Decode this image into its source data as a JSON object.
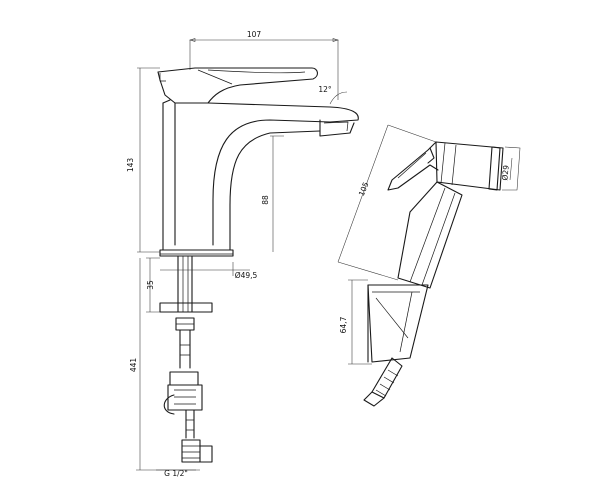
{
  "dimensions": {
    "width_107": "107",
    "angle_12": "12°",
    "height_143": "143",
    "height_88": "88",
    "diameter_49_5": "Ø49,5",
    "depth_35": "35",
    "hose_441": "441",
    "thread_g": "G 1/2\"",
    "shower_105": "105",
    "shower_dia_29": "Ø29",
    "holder_64_7": "64,7"
  },
  "colors": {
    "line": "#1a1a1a",
    "background": "#ffffff"
  }
}
